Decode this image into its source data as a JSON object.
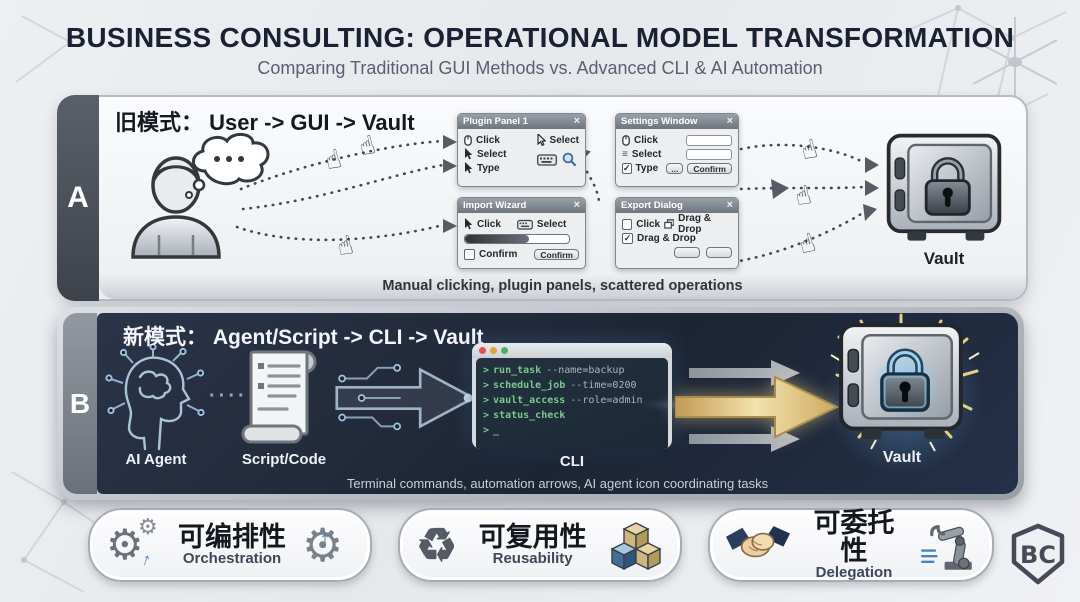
{
  "title": "BUSINESS CONSULTING: OPERATIONAL MODEL TRANSFORMATION",
  "subtitle": "Comparing Traditional GUI Methods vs. Advanced CLI & AI Automation",
  "icons": {
    "hand_cursor": "☝",
    "close": "×",
    "check": "✓",
    "list": "≡"
  },
  "panel_a": {
    "label": "A",
    "heading": "旧模式：  User -> GUI -> Vault",
    "caption": "Manual clicking, plugin panels, scattered operations",
    "vault_label": "Vault",
    "windows": {
      "plugin_panel": {
        "title": "Plugin Panel 1",
        "left_rows": [
          "Click",
          "Select",
          "Type"
        ],
        "right_row": "Select"
      },
      "settings_window": {
        "title": "Settings Window",
        "rows": [
          "Click",
          "Select",
          "Type"
        ],
        "more_button": "...",
        "confirm_button": "Confirm"
      },
      "import_wizard": {
        "title": "Import Wizard",
        "row_click": "Click",
        "row_select": "Select",
        "check_label": "Confirm",
        "confirm_button": "Confirm"
      },
      "export_dialog": {
        "title": "Export Dialog",
        "row1a": "Click",
        "row1b": "Drag & Drop",
        "row2": "Drag & Drop"
      }
    }
  },
  "panel_b": {
    "label": "B",
    "heading": "新模式：  Agent/Script -> CLI -> Vault",
    "agent_label": "AI Agent",
    "script_label": "Script/Code",
    "cli_label": "CLI",
    "vault_label": "Vault",
    "caption": "Terminal commands, automation arrows, AI agent icon coordinating tasks",
    "link_dots": "····",
    "terminal": {
      "prompt": ">",
      "cursor": "_",
      "lines": [
        {
          "cmd": "run_task",
          "arg": "--name=backup"
        },
        {
          "cmd": "schedule_job",
          "arg": "--time=0200"
        },
        {
          "cmd": "vault_access",
          "arg": "--role=admin"
        },
        {
          "cmd": "status_check",
          "arg": ""
        }
      ]
    }
  },
  "features": [
    {
      "zh": "可编排性",
      "en": "Orchestration"
    },
    {
      "zh": "可复用性",
      "en": "Reusability"
    },
    {
      "zh": "可委托性",
      "en": "Delegation"
    }
  ],
  "logo_text": "BC",
  "colors": {
    "dark_navy": "#1f2836",
    "terminal_green": "#79c98e",
    "accent_gold": "#d8b66e",
    "panel_light": "#f3f4f6"
  }
}
